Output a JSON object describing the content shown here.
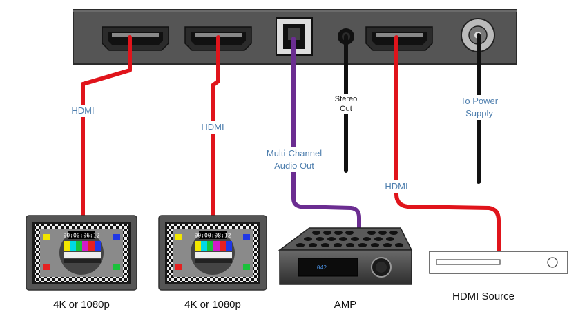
{
  "ports": [
    "hdmi-out-1",
    "hdmi-out-2",
    "optical-audio-out",
    "stereo-jack",
    "hdmi-in",
    "power-in"
  ],
  "labels": {
    "hdmi_out_1": "HDMI",
    "hdmi_out_2": "HDMI",
    "multichannel_line1": "Multi-Channel",
    "multichannel_line2": "Audio Out",
    "stereo_line1": "Stereo",
    "stereo_line2": "Out",
    "hdmi_in": "HDMI",
    "power_line1": "To Power",
    "power_line2": "Supply"
  },
  "devices": {
    "display_1": "4K or 1080p",
    "display_2": "4K or 1080p",
    "amp": "AMP",
    "source": "HDMI Source",
    "timecode_1": "00:00:06:12",
    "timecode_2": "00:00:08:12",
    "amp_display": "042"
  },
  "colors": {
    "hdmi_cable": "#e0141b",
    "audio_cable": "#6b2d91",
    "black_cable": "#111111",
    "device_body": "#555555",
    "label_text": "#4f7fae"
  }
}
